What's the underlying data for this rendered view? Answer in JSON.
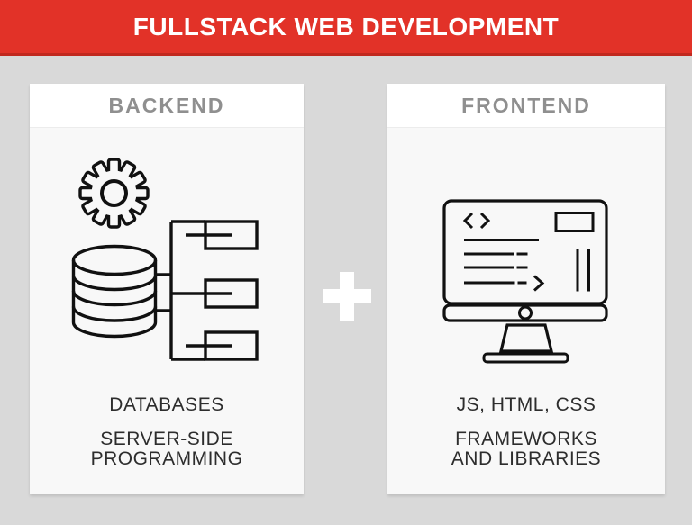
{
  "banner": {
    "title": "FULLSTACK WEB DEVELOPMENT",
    "background_color": "#e23228",
    "text_color": "#ffffff"
  },
  "separator": {
    "icon": "plus-icon",
    "symbol": "+",
    "color": "#ffffff"
  },
  "cards": {
    "backend": {
      "title": "BACKEND",
      "icon": "gear-database-flowchart-icon",
      "label_primary": "DATABASES",
      "label_secondary_line1": "SERVER-SIDE",
      "label_secondary_line2": "PROGRAMMING"
    },
    "frontend": {
      "title": "FRONTEND",
      "icon": "monitor-code-icon",
      "label_primary": "JS, HTML, CSS",
      "label_secondary_line1": "FRAMEWORKS",
      "label_secondary_line2": "AND LIBRARIES"
    }
  },
  "colors": {
    "page_background": "#d9d9d9",
    "card_header_background": "#ffffff",
    "card_body_background": "#f8f8f8",
    "card_title_text": "#8f8f8f",
    "body_text": "#2d2d2d",
    "icon_stroke": "#111111",
    "banner_shadow": "#c1281e"
  }
}
